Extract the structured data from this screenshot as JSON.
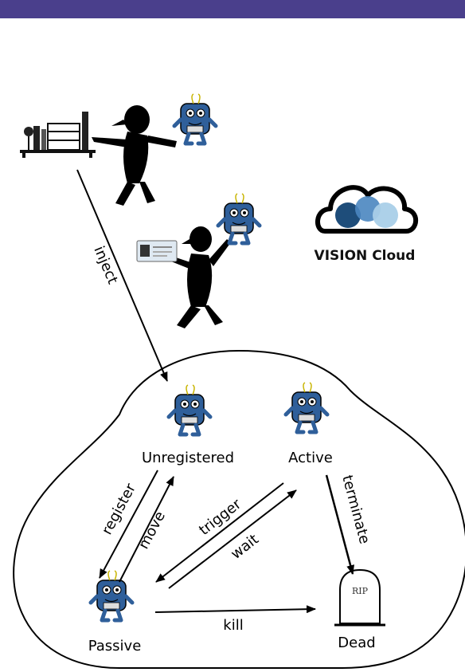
{
  "header": {
    "bar_color": "#4a3f8c"
  },
  "logo": {
    "text": "VISION Cloud"
  },
  "states": {
    "unregistered": "Unregistered",
    "active": "Active",
    "passive": "Passive",
    "dead": "Dead"
  },
  "transitions": {
    "inject": "inject",
    "register": "register",
    "move": "move",
    "trigger": "trigger",
    "wait": "wait",
    "terminate": "terminate",
    "kill": "kill"
  },
  "tombstone": {
    "text": "RIP"
  },
  "colors": {
    "agent": "#2f5f9a",
    "logo_dark": "#1e4d7a",
    "logo_mid": "#4a86c0",
    "logo_light": "#a9cfe8"
  }
}
